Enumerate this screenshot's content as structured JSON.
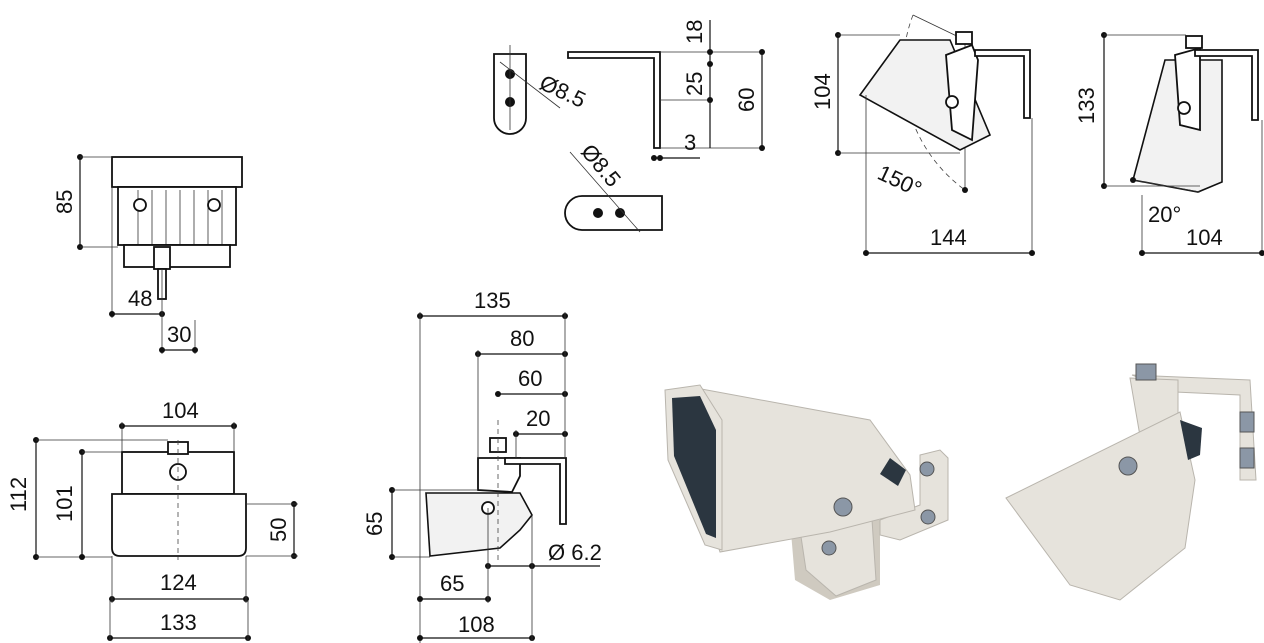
{
  "dimensions": {
    "bracket_hole_top": "Ø8.5",
    "bracket_18": "18",
    "bracket_25": "25",
    "bracket_60": "60",
    "bracket_3": "3",
    "bracket_hole_bottom": "Ø8.5",
    "tilt_height": "104",
    "tilt_angle": "150°",
    "tilt_width": "144",
    "side_height": "133",
    "side_angle": "20°",
    "side_width": "104",
    "rear_height": "85",
    "rear_48": "48",
    "rear_30": "30",
    "front_top_width": "104",
    "front_112": "112",
    "front_101": "101",
    "front_50": "50",
    "front_124": "124",
    "front_133": "133",
    "profile_135": "135",
    "profile_80": "80",
    "profile_60": "60",
    "profile_20": "20",
    "profile_65_h": "65",
    "profile_hole": "Ø 6.2",
    "profile_65_w": "65",
    "profile_108": "108"
  },
  "colors": {
    "line": "#111111",
    "housing": "#e6e3dc",
    "lens": "#2b3640",
    "bolt": "#8b97a6"
  }
}
